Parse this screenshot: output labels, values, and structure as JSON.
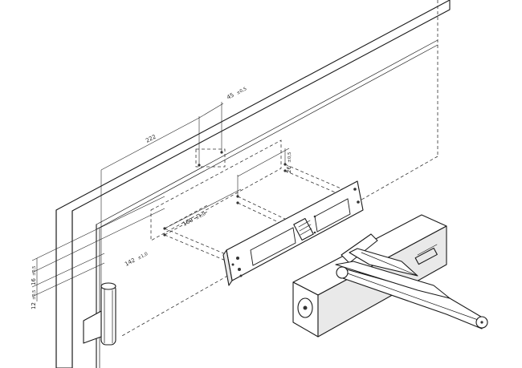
{
  "dimensions": {
    "width_from_hinge": "222",
    "offset_top": "45",
    "offset_top_tol": "±0,5",
    "offset_right": "26",
    "offset_right_tol": "±0,5",
    "plate_span": "160",
    "plate_span_tol": "±1,0",
    "hinge_offset": "142",
    "hinge_offset_tol": "±1,0",
    "left_upper": "16",
    "left_upper_tol": "±0,5",
    "left_lower": "12",
    "left_lower_tol": "±0,5"
  },
  "colors": {
    "line": "#1a1a1a",
    "background": "#ffffff"
  }
}
